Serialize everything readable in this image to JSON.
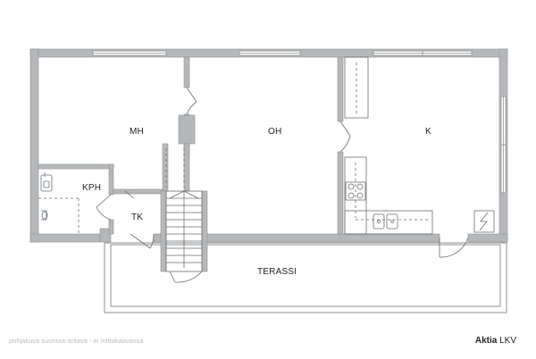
{
  "rooms": {
    "mh": "MH",
    "oh": "OH",
    "k": "K",
    "kph": "KPH",
    "tk": "TK",
    "terassi": "TERASSI"
  },
  "footer": {
    "note": "pohjakuva suuntaa-antava - ei mittakaavassa",
    "brand_bold": "Aktia",
    "brand_rest": " LKV"
  },
  "colors": {
    "wall": "#b5b8ba",
    "wall_edge": "#8f9294",
    "line": "#6b6e70",
    "text": "#222222",
    "note": "#b9bcbf"
  }
}
